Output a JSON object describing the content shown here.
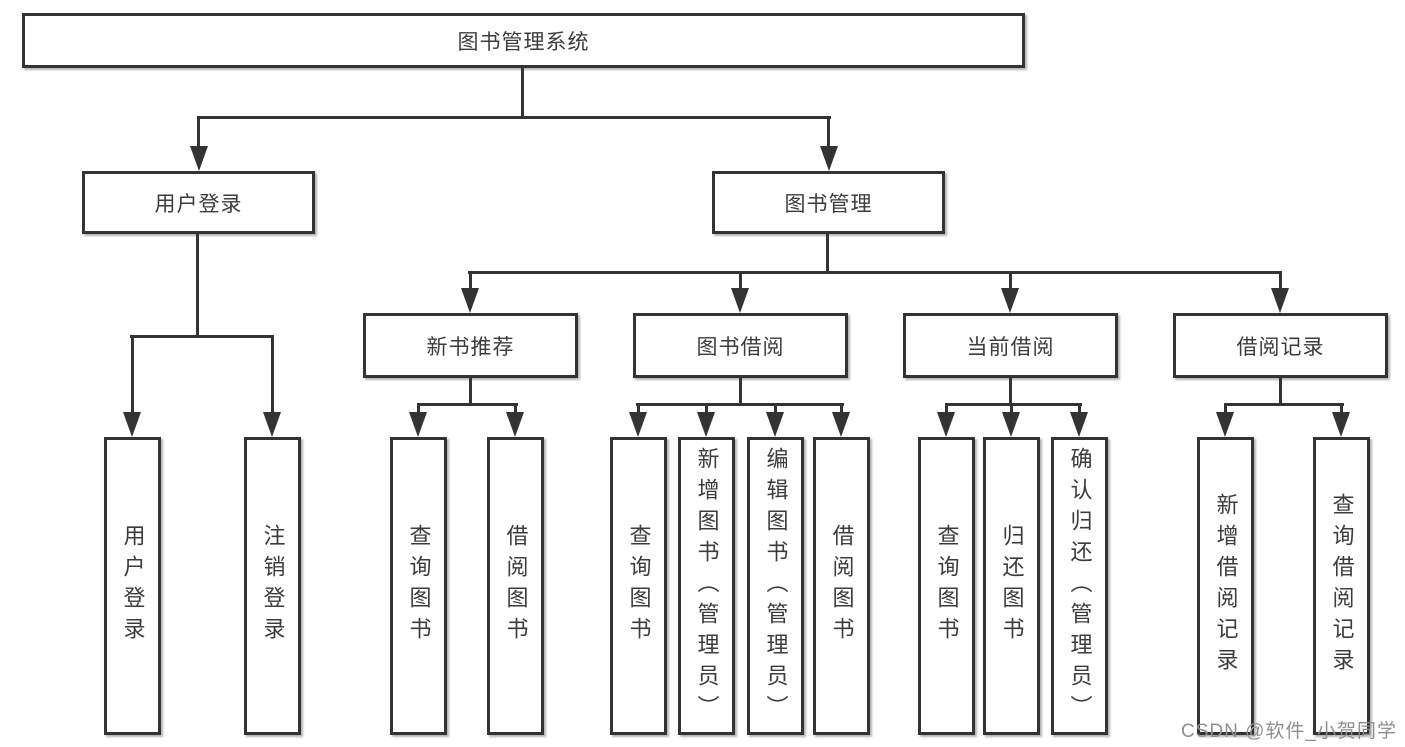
{
  "tree": {
    "label": "图书管理系统",
    "children": [
      {
        "label": "用户登录",
        "children": [
          {
            "label": "用户登录"
          },
          {
            "label": "注销登录"
          }
        ]
      },
      {
        "label": "图书管理",
        "children": [
          {
            "label": "新书推荐",
            "children": [
              {
                "label": "查询图书"
              },
              {
                "label": "借阅图书"
              }
            ]
          },
          {
            "label": "图书借阅",
            "children": [
              {
                "label": "查询图书"
              },
              {
                "label": "新增图书（管理员）"
              },
              {
                "label": "编辑图书（管理员）"
              },
              {
                "label": "借阅图书"
              }
            ]
          },
          {
            "label": "当前借阅",
            "children": [
              {
                "label": "查询图书"
              },
              {
                "label": "归还图书"
              },
              {
                "label": "确认归还（管理员）"
              }
            ]
          },
          {
            "label": "借阅记录",
            "children": [
              {
                "label": "新增借阅记录"
              },
              {
                "label": "查询借阅记录"
              }
            ]
          }
        ]
      }
    ]
  },
  "watermark": "CSDN @软件_小贺同学",
  "colors": {
    "line": "#333333",
    "text": "#3c3c3c",
    "watermark": "#8f8f8f",
    "box_bg": "#ffffff",
    "page_bg": "#ffffff"
  }
}
